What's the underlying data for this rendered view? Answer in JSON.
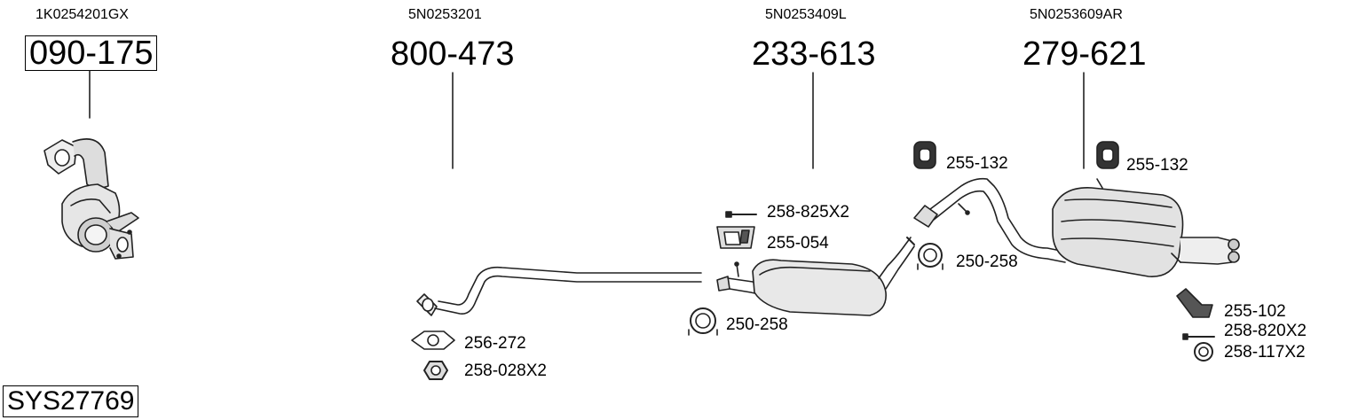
{
  "system_code": "SYS27769",
  "main_parts": [
    {
      "oem": "1K0254201GX",
      "part": "090-175"
    },
    {
      "oem": "5N0253201",
      "part": "800-473"
    },
    {
      "oem": "5N0253409L",
      "part": "233-613"
    },
    {
      "oem": "5N0253609AR",
      "part": "279-621"
    }
  ],
  "accessories": {
    "a1": "256-272",
    "a2": "258-028X2",
    "a3": "258-825X2",
    "a4": "255-054",
    "a5": "250-258",
    "a6": "255-132",
    "a7": "250-258",
    "a8": "255-132",
    "a9": "255-102",
    "a10": "258-820X2",
    "a11": "258-117X2"
  }
}
